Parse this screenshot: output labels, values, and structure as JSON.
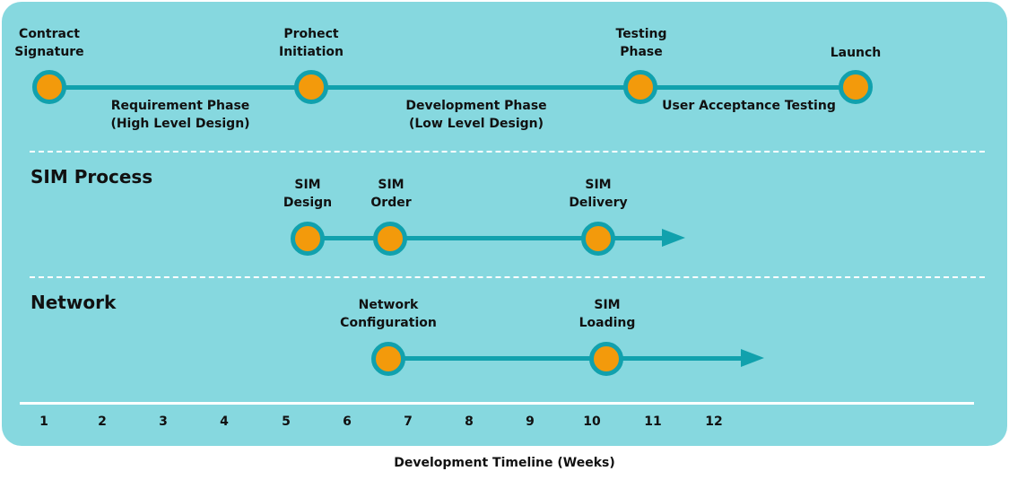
{
  "colors": {
    "panel": "#86d8df",
    "line": "#11a1ad",
    "node": "#f39a0b",
    "dash": "#ffffff"
  },
  "rows": [
    {
      "title": "",
      "milestones": [
        "Contract\nSignature",
        "Prohect\nInitiation",
        "Testing\nPhase",
        "Launch"
      ],
      "phases": [
        "Requirement Phase\n(High Level Design)",
        "Development Phase\n(Low Level Design)",
        "User Acceptance Testing"
      ]
    },
    {
      "title": "SIM Process",
      "milestones": [
        "SIM\nDesign",
        "SIM\nOrder",
        "SIM\nDelivery"
      ]
    },
    {
      "title": "Network",
      "milestones": [
        "Network\nConfiguration",
        "SIM\nLoading"
      ]
    }
  ],
  "axis": {
    "ticks": [
      "1",
      "2",
      "3",
      "4",
      "5",
      "6",
      "7",
      "8",
      "9",
      "10",
      "11",
      "12"
    ],
    "label": "Development Timeline (Weeks)"
  }
}
